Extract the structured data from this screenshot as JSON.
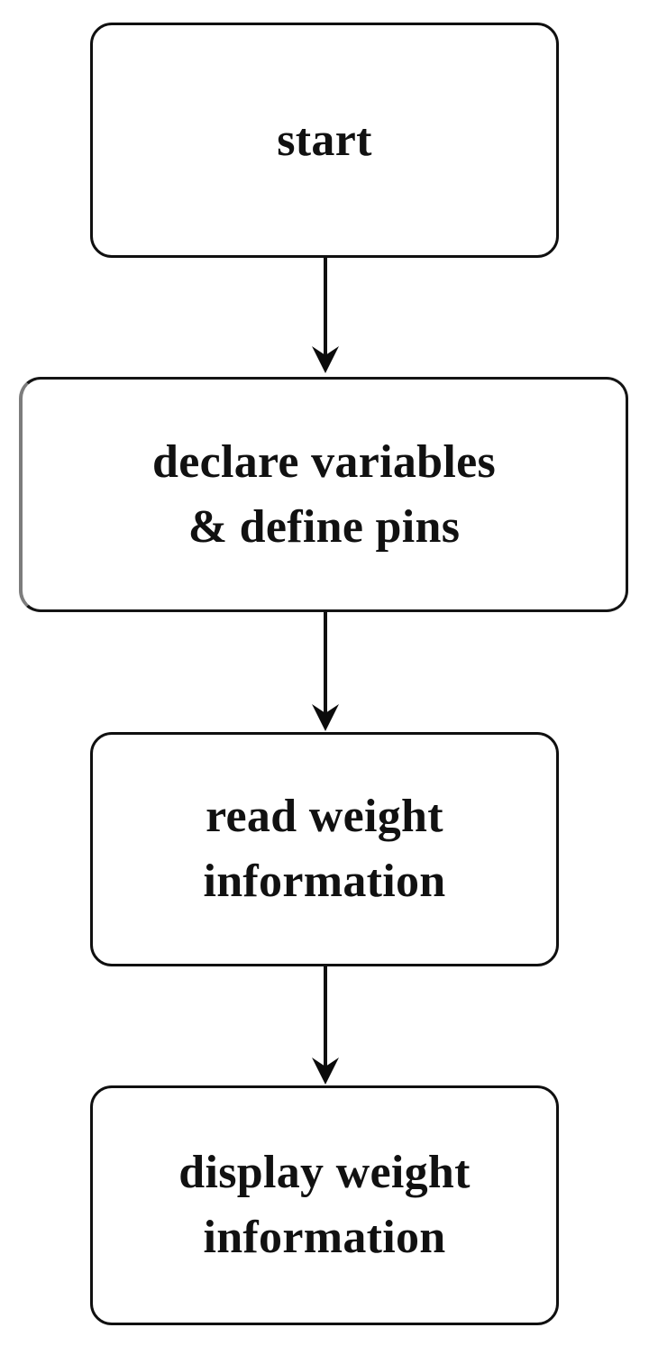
{
  "diagram": {
    "type": "flowchart",
    "orientation": "vertical",
    "background_color": "#ffffff",
    "stroke_color": "#101010",
    "text_color": "#111111",
    "nodes": [
      {
        "id": "start",
        "label": "start",
        "shape": "rounded-rectangle"
      },
      {
        "id": "declare",
        "label": "declare variables\n& define pins",
        "shape": "rounded-rectangle"
      },
      {
        "id": "read",
        "label": "read weight\ninformation",
        "shape": "rounded-rectangle"
      },
      {
        "id": "display",
        "label": "display weight\ninformation",
        "shape": "rounded-rectangle"
      }
    ],
    "edges": [
      {
        "id": "edge-1",
        "from": "start",
        "to": "declare",
        "arrow": "down-arrow",
        "label": ""
      },
      {
        "id": "edge-2",
        "from": "declare",
        "to": "read",
        "arrow": "down-arrow",
        "label": ""
      },
      {
        "id": "edge-3",
        "from": "read",
        "to": "display",
        "arrow": "down-arrow",
        "label": ""
      }
    ]
  }
}
